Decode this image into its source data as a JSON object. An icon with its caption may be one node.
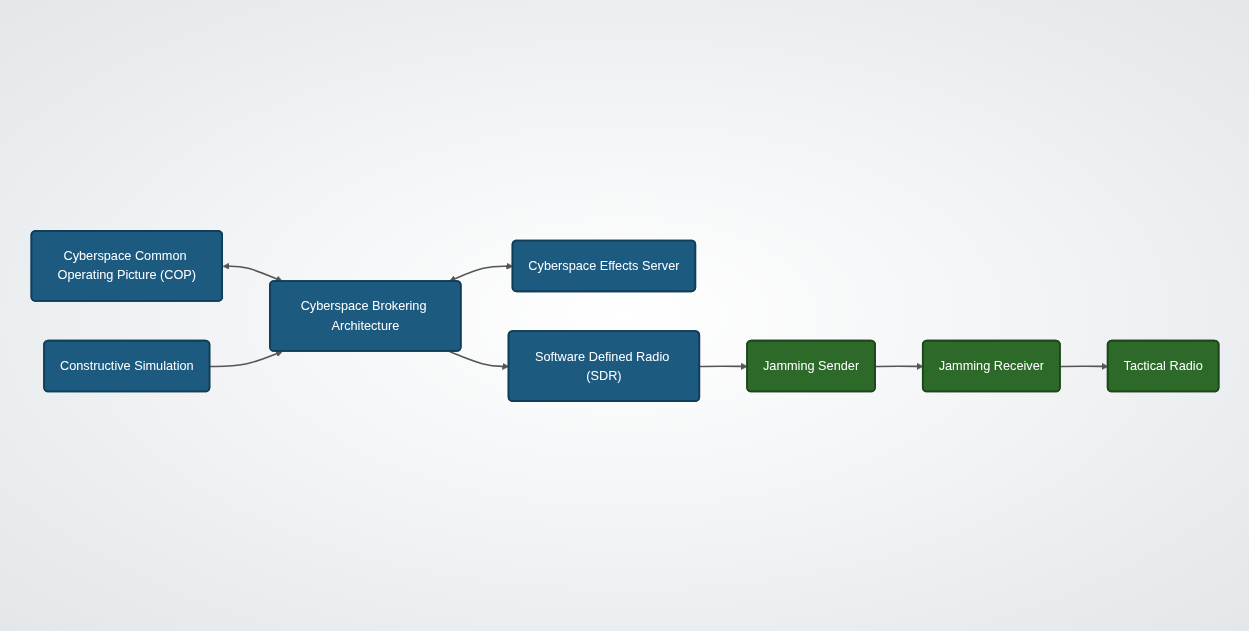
{
  "diagram": {
    "nodes": [
      {
        "text": [
          "Cyberspace Common Operating Picture (COP)"
        ]
      },
      {
        "text": [
          "Constructive Simulation"
        ]
      },
      {
        "text": [
          "Cyberspace Brokering Architecture"
        ]
      },
      {
        "text": [
          "Jamming Sender"
        ]
      },
      {
        "text": [
          "Jamming Receiver"
        ]
      },
      {
        "text": [
          "Tactical Radio"
        ]
      },
      {
        "text": [
          "Cyberspace Effects Server"
        ]
      },
      {
        "text": [
          "Software Defined Radio (SDR)"
        ]
      }
    ],
    "edges": [
      {
        "from": 0,
        "to": 2,
        "arrow": "both"
      },
      {
        "from": 1,
        "to": 2,
        "arrow": "to"
      },
      {
        "from": 2,
        "to": 6,
        "arrow": "both"
      },
      {
        "from": 2,
        "to": 7,
        "arrow": "to"
      },
      {
        "from": 7,
        "to": 3,
        "arrow": "to"
      },
      {
        "from": 3,
        "to": 4,
        "arrow": "to"
      },
      {
        "from": 4,
        "to": 5,
        "arrow": "to"
      }
    ]
  }
}
